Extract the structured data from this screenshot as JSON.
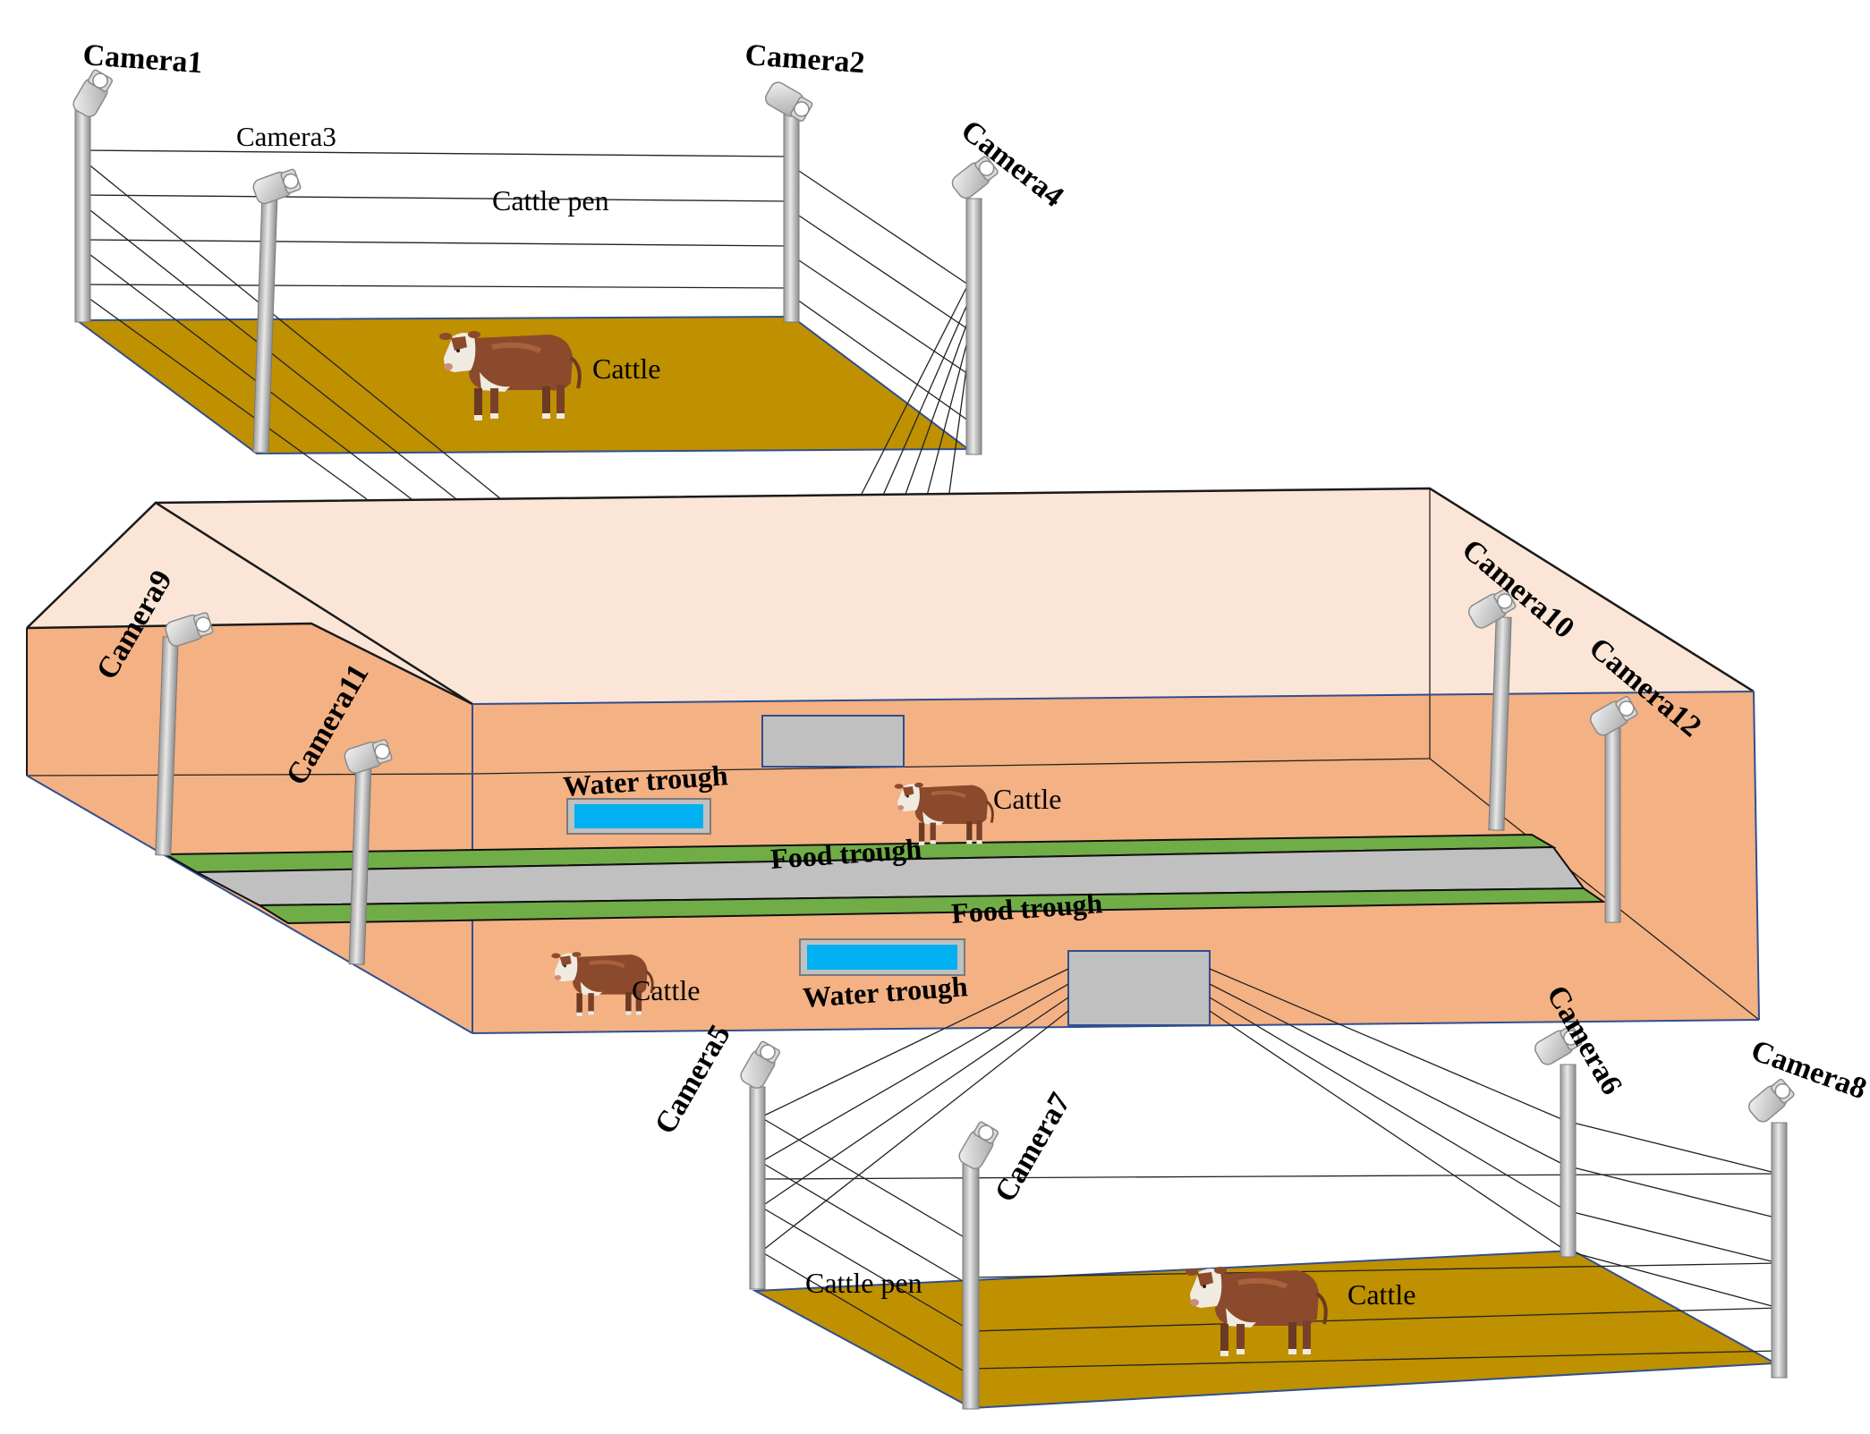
{
  "colors": {
    "pen_floor": "#bf9000",
    "barn_wall": "#f4b183",
    "barn_roof": "#fbe5d6",
    "food_trough": "#70ad47",
    "aisle": "#c0c0c0",
    "water": "#00b0f0",
    "pole": "#c8c8c8",
    "cattle_body": "#8b4a2b",
    "cattle_face": "#f0ebe0"
  },
  "top_pen": {
    "label": "Cattle pen",
    "cattle_label": "Cattle",
    "cameras": [
      "Camera1",
      "Camera2",
      "Camera3",
      "Camera4"
    ]
  },
  "barn": {
    "cameras": [
      "Camera9",
      "Camera10",
      "Camera11",
      "Camera12"
    ],
    "upper_water_trough": "Water trough",
    "upper_cattle": "Cattle",
    "upper_food_trough": "Food trough",
    "lower_food_trough": "Food trough",
    "lower_cattle": "Cattle",
    "lower_water_trough": "Water trough"
  },
  "bottom_pen": {
    "label": "Cattle pen",
    "cattle_label": "Cattle",
    "cameras": [
      "Camera5",
      "Camera6",
      "Camera7",
      "Camera8"
    ]
  }
}
